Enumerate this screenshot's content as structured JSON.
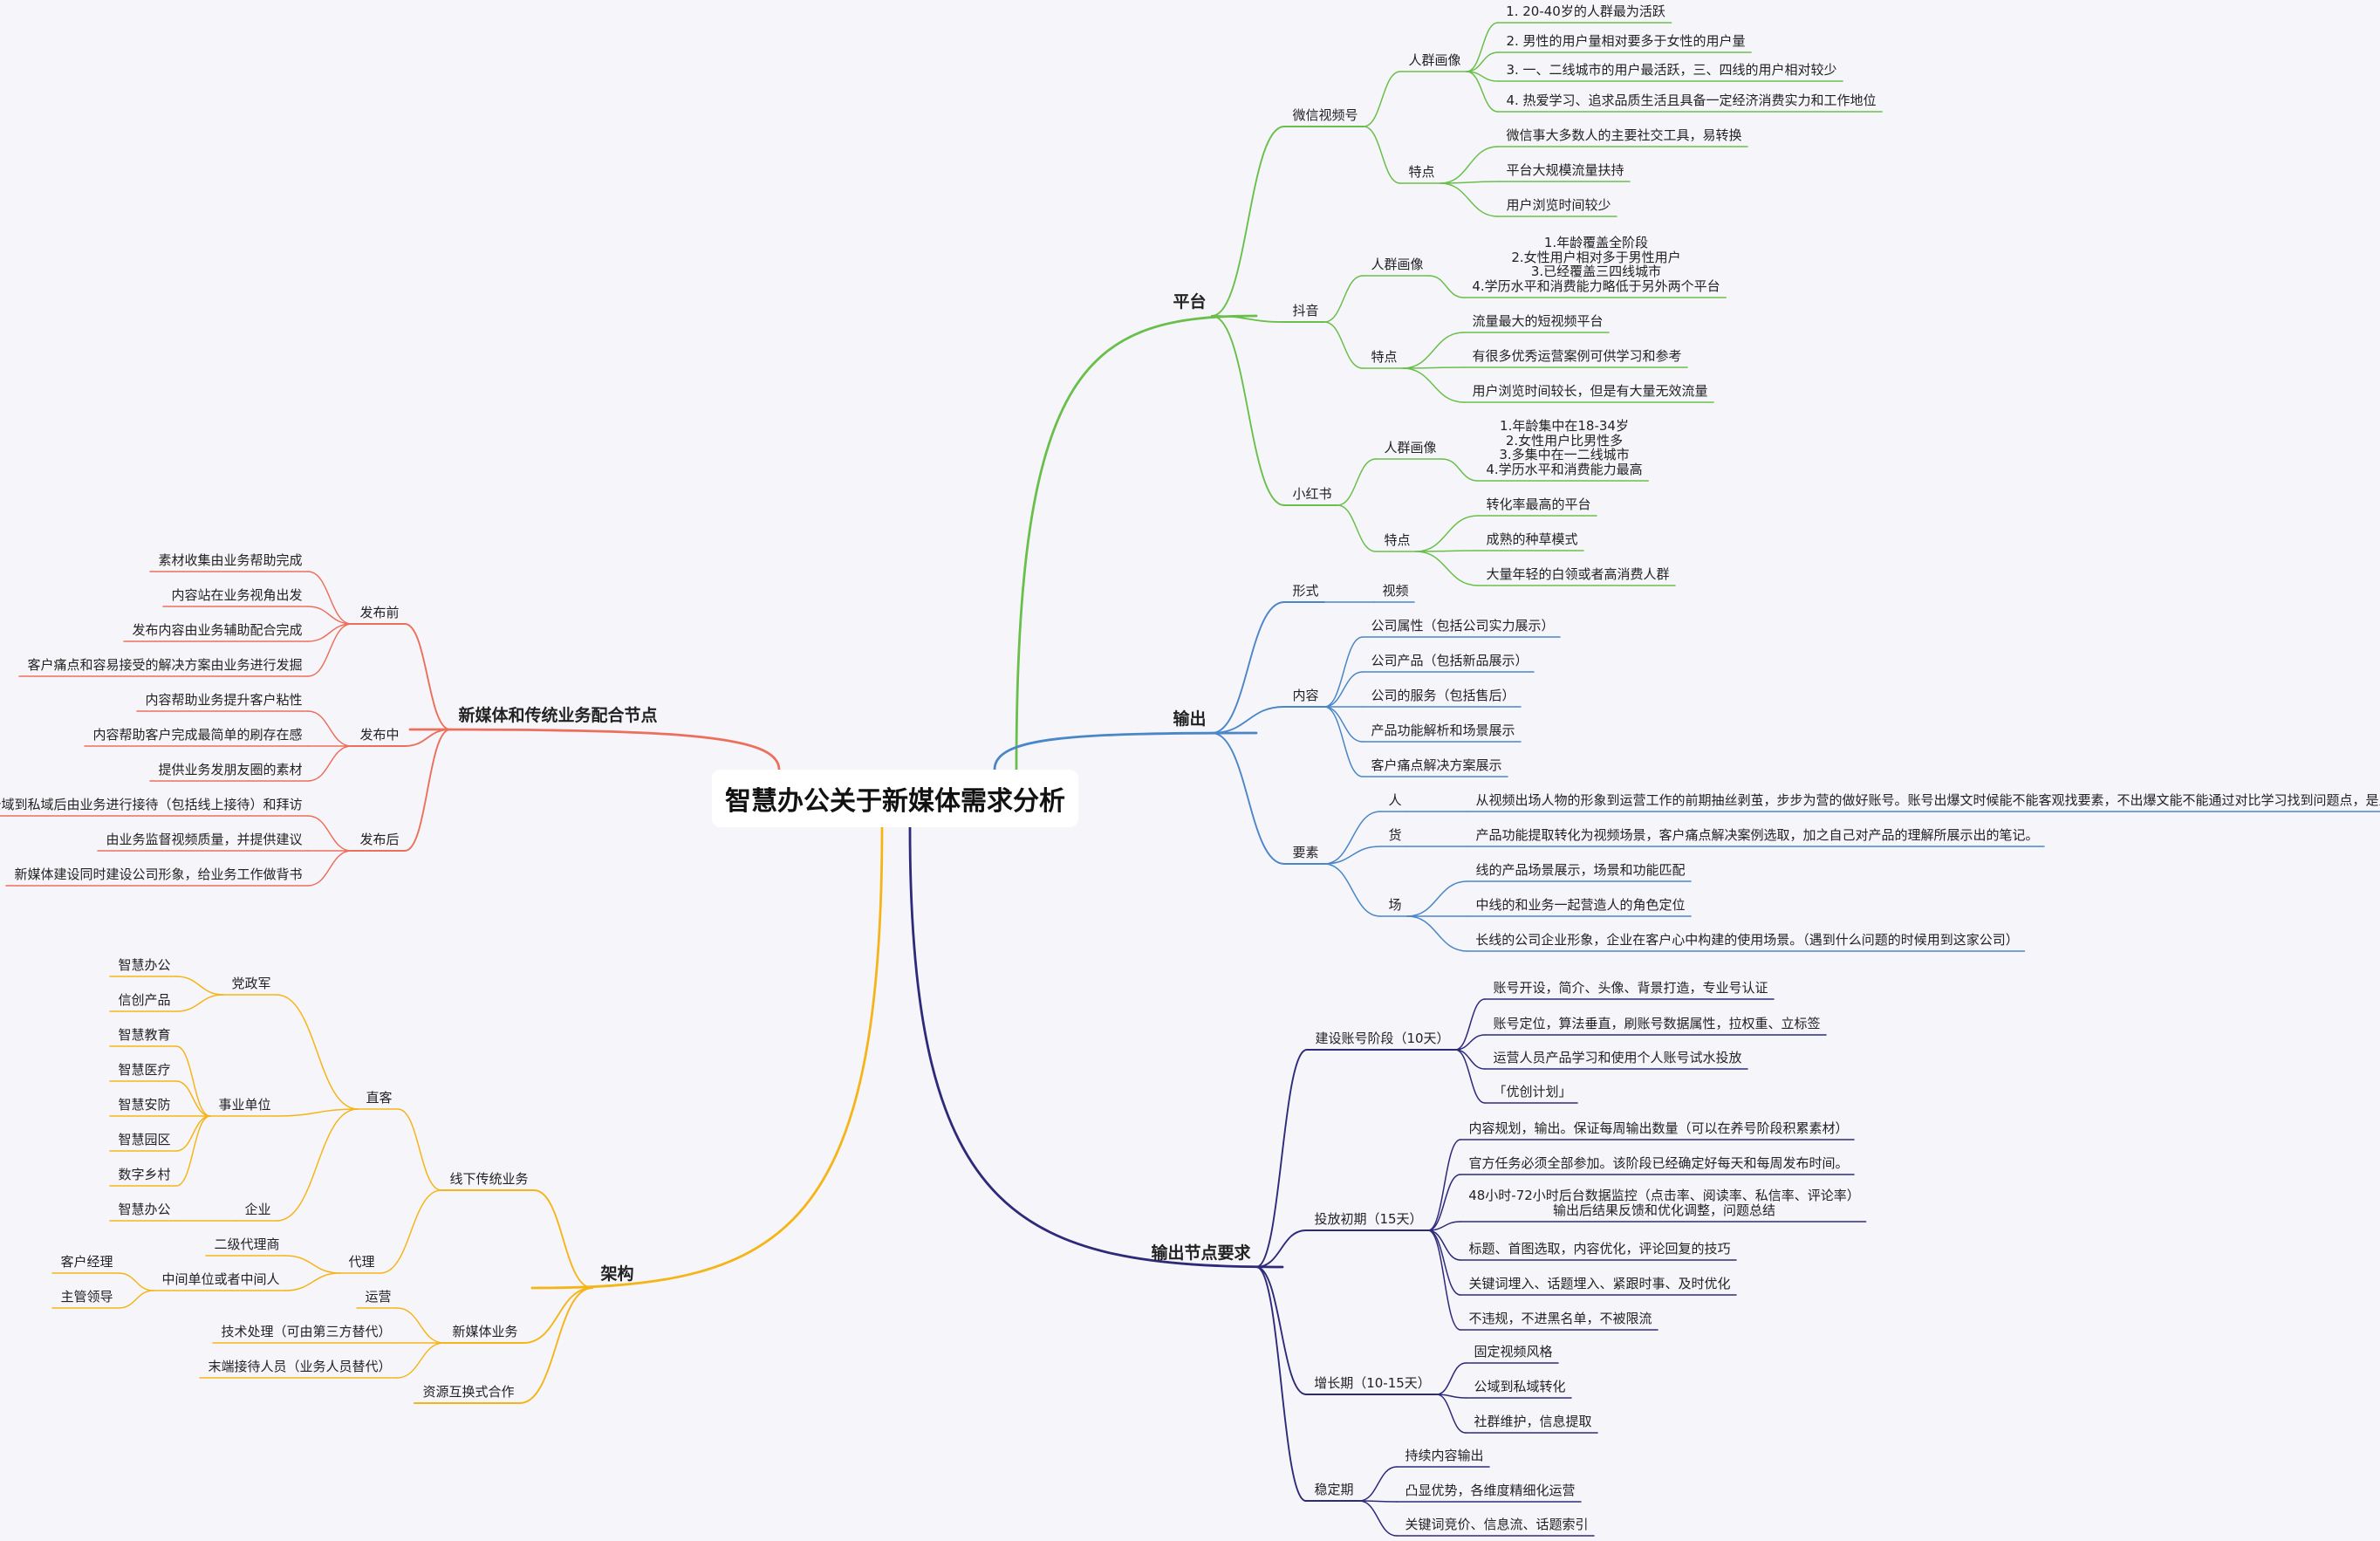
{
  "root": "智慧办公关于新媒体需求分析",
  "branch_colors": {
    "platform": "#6abf4b",
    "output": "#4a86c8",
    "output_req": "#2d2a7a",
    "structure": "#f5b519",
    "cooperation": "#ec6f5c"
  },
  "nodes": [
    {
      "id": "p",
      "text": "平台",
      "parent": "root",
      "branch": "platform",
      "level": 1
    },
    {
      "id": "p1",
      "text": "微信视频号",
      "parent": "p",
      "branch": "platform",
      "level": 2
    },
    {
      "id": "p1a",
      "text": "人群画像",
      "parent": "p1",
      "branch": "platform",
      "level": 3
    },
    {
      "id": "p1a1",
      "text": "1. 20-40岁的人群最为活跃",
      "parent": "p1a",
      "branch": "platform",
      "level": 4
    },
    {
      "id": "p1a2",
      "text": "2. 男性的用户量相对要多于女性的用户量",
      "parent": "p1a",
      "branch": "platform",
      "level": 4
    },
    {
      "id": "p1a3",
      "text": "3. 一、二线城市的用户最活跃，三、四线的用户相对较少",
      "parent": "p1a",
      "branch": "platform",
      "level": 4
    },
    {
      "id": "p1a4",
      "text": "4. 热爱学习、追求品质生活且具备一定经济消费实力和工作地位",
      "parent": "p1a",
      "branch": "platform",
      "level": 4
    },
    {
      "id": "p1b",
      "text": "特点",
      "parent": "p1",
      "branch": "platform",
      "level": 3
    },
    {
      "id": "p1b1",
      "text": "微信事大多数人的主要社交工具，易转换",
      "parent": "p1b",
      "branch": "platform",
      "level": 4
    },
    {
      "id": "p1b2",
      "text": "平台大规模流量扶持",
      "parent": "p1b",
      "branch": "platform",
      "level": 4
    },
    {
      "id": "p1b3",
      "text": "用户浏览时间较少",
      "parent": "p1b",
      "branch": "platform",
      "level": 4
    },
    {
      "id": "p2",
      "text": "抖音",
      "parent": "p",
      "branch": "platform",
      "level": 2
    },
    {
      "id": "p2a",
      "text": "人群画像",
      "parent": "p2",
      "branch": "platform",
      "level": 3
    },
    {
      "id": "p2a1",
      "text": "1.年龄覆盖全阶段\n2.女性用户相对多于男性用户\n3.已经覆盖三四线城市\n4.学历水平和消费能力略低于另外两个平台",
      "parent": "p2a",
      "branch": "platform",
      "level": 4
    },
    {
      "id": "p2b",
      "text": "特点",
      "parent": "p2",
      "branch": "platform",
      "level": 3
    },
    {
      "id": "p2b1",
      "text": "流量最大的短视频平台",
      "parent": "p2b",
      "branch": "platform",
      "level": 4
    },
    {
      "id": "p2b2",
      "text": "有很多优秀运营案例可供学习和参考",
      "parent": "p2b",
      "branch": "platform",
      "level": 4
    },
    {
      "id": "p2b3",
      "text": "用户浏览时间较长，但是有大量无效流量",
      "parent": "p2b",
      "branch": "platform",
      "level": 4
    },
    {
      "id": "p3",
      "text": "小红书",
      "parent": "p",
      "branch": "platform",
      "level": 2
    },
    {
      "id": "p3a",
      "text": "人群画像",
      "parent": "p3",
      "branch": "platform",
      "level": 3
    },
    {
      "id": "p3a1",
      "text": "1.年龄集中在18-34岁\n2.女性用户比男性多\n3.多集中在一二线城市\n4.学历水平和消费能力最高",
      "parent": "p3a",
      "branch": "platform",
      "level": 4
    },
    {
      "id": "p3b",
      "text": "特点",
      "parent": "p3",
      "branch": "platform",
      "level": 3
    },
    {
      "id": "p3b1",
      "text": "转化率最高的平台",
      "parent": "p3b",
      "branch": "platform",
      "level": 4
    },
    {
      "id": "p3b2",
      "text": "成熟的种草模式",
      "parent": "p3b",
      "branch": "platform",
      "level": 4
    },
    {
      "id": "p3b3",
      "text": "大量年轻的白领或者高消费人群",
      "parent": "p3b",
      "branch": "platform",
      "level": 4
    },
    {
      "id": "o",
      "text": "输出",
      "parent": "root",
      "branch": "output",
      "level": 1
    },
    {
      "id": "o1",
      "text": "形式",
      "parent": "o",
      "branch": "output",
      "level": 2
    },
    {
      "id": "o1a",
      "text": "视频",
      "parent": "o1",
      "branch": "output",
      "level": 3
    },
    {
      "id": "o2",
      "text": "内容",
      "parent": "o",
      "branch": "output",
      "level": 2
    },
    {
      "id": "o2a",
      "text": "公司属性（包括公司实力展示）",
      "parent": "o2",
      "branch": "output",
      "level": 3
    },
    {
      "id": "o2b",
      "text": "公司产品（包括新品展示）",
      "parent": "o2",
      "branch": "output",
      "level": 3
    },
    {
      "id": "o2c",
      "text": "公司的服务（包括售后）",
      "parent": "o2",
      "branch": "output",
      "level": 3
    },
    {
      "id": "o2d",
      "text": "产品功能解析和场景展示",
      "parent": "o2",
      "branch": "output",
      "level": 3
    },
    {
      "id": "o2e",
      "text": "客户痛点解决方案展示",
      "parent": "o2",
      "branch": "output",
      "level": 3
    },
    {
      "id": "o3",
      "text": "要素",
      "parent": "o",
      "branch": "output",
      "level": 2
    },
    {
      "id": "o3a",
      "text": "人",
      "parent": "o3",
      "branch": "output",
      "level": 3
    },
    {
      "id": "o3a1",
      "text": "从视频出场人物的形象到运营工作的前期抽丝剥茧，步步为营的做好账号。账号出爆文时候能不能客观找要素，不出爆文能不能通过对比学习找到问题点，是人的关键。",
      "parent": "o3a",
      "branch": "output",
      "level": 4
    },
    {
      "id": "o3b",
      "text": "货",
      "parent": "o3",
      "branch": "output",
      "level": 3
    },
    {
      "id": "o3b1",
      "text": "产品功能提取转化为视频场景，客户痛点解决案例选取，加之自己对产品的理解所展示出的笔记。",
      "parent": "o3b",
      "branch": "output",
      "level": 4
    },
    {
      "id": "o3c",
      "text": "场",
      "parent": "o3",
      "branch": "output",
      "level": 3
    },
    {
      "id": "o3c1",
      "text": "线的产品场景展示，场景和功能匹配",
      "parent": "o3c",
      "branch": "output",
      "level": 4
    },
    {
      "id": "o3c2",
      "text": "中线的和业务一起营造人的角色定位",
      "parent": "o3c",
      "branch": "output",
      "level": 4
    },
    {
      "id": "o3c3",
      "text": "长线的公司企业形象，企业在客户心中构建的使用场景。（遇到什么问题的时候用到这家公司）",
      "parent": "o3c",
      "branch": "output",
      "level": 4
    },
    {
      "id": "r",
      "text": "输出节点要求",
      "parent": "root",
      "branch": "output_req",
      "level": 1
    },
    {
      "id": "r1",
      "text": "建设账号阶段（10天）",
      "parent": "r",
      "branch": "output_req",
      "level": 2
    },
    {
      "id": "r1a",
      "text": "账号开设，简介、头像、背景打造，专业号认证",
      "parent": "r1",
      "branch": "output_req",
      "level": 3
    },
    {
      "id": "r1b",
      "text": "账号定位，算法垂直，刷账号数据属性，拉权重、立标签",
      "parent": "r1",
      "branch": "output_req",
      "level": 3
    },
    {
      "id": "r1c",
      "text": "运营人员产品学习和使用个人账号试水投放",
      "parent": "r1",
      "branch": "output_req",
      "level": 3
    },
    {
      "id": "r1d",
      "text": "「优创计划」",
      "parent": "r1",
      "branch": "output_req",
      "level": 3
    },
    {
      "id": "r2",
      "text": "投放初期（15天）",
      "parent": "r",
      "branch": "output_req",
      "level": 2
    },
    {
      "id": "r2a",
      "text": "内容规划，输出。保证每周输出数量（可以在养号阶段积累素材）",
      "parent": "r2",
      "branch": "output_req",
      "level": 3
    },
    {
      "id": "r2b",
      "text": "官方任务必须全部参加。该阶段已经确定好每天和每周发布时间。",
      "parent": "r2",
      "branch": "output_req",
      "level": 3
    },
    {
      "id": "r2c",
      "text": "48小时-72小时后台数据监控（点击率、阅读率、私信率、评论率）\n输出后结果反馈和优化调整，问题总结",
      "parent": "r2",
      "branch": "output_req",
      "level": 3
    },
    {
      "id": "r2d",
      "text": "标题、首图选取，内容优化，评论回复的技巧",
      "parent": "r2",
      "branch": "output_req",
      "level": 3
    },
    {
      "id": "r2e",
      "text": "关键词埋入、话题埋入、紧跟时事、及时优化",
      "parent": "r2",
      "branch": "output_req",
      "level": 3
    },
    {
      "id": "r2f",
      "text": "不违规，不进黑名单，不被限流",
      "parent": "r2",
      "branch": "output_req",
      "level": 3
    },
    {
      "id": "r3",
      "text": "增长期（10-15天）",
      "parent": "r",
      "branch": "output_req",
      "level": 2
    },
    {
      "id": "r3a",
      "text": "固定视频风格",
      "parent": "r3",
      "branch": "output_req",
      "level": 3
    },
    {
      "id": "r3b",
      "text": "公域到私域转化",
      "parent": "r3",
      "branch": "output_req",
      "level": 3
    },
    {
      "id": "r3c",
      "text": "社群维护，信息提取",
      "parent": "r3",
      "branch": "output_req",
      "level": 3
    },
    {
      "id": "r4",
      "text": "稳定期",
      "parent": "r",
      "branch": "output_req",
      "level": 2
    },
    {
      "id": "r4a",
      "text": "持续内容输出",
      "parent": "r4",
      "branch": "output_req",
      "level": 3
    },
    {
      "id": "r4b",
      "text": "凸显优势，各维度精细化运营",
      "parent": "r4",
      "branch": "output_req",
      "level": 3
    },
    {
      "id": "r4c",
      "text": "关键词竞价、信息流、话题索引",
      "parent": "r4",
      "branch": "output_req",
      "level": 3
    },
    {
      "id": "s",
      "text": "架构",
      "parent": "root",
      "branch": "structure",
      "level": 1
    },
    {
      "id": "s1",
      "text": "线下传统业务",
      "parent": "s",
      "branch": "structure",
      "level": 2
    },
    {
      "id": "s1a",
      "text": "直客",
      "parent": "s1",
      "branch": "structure",
      "level": 3
    },
    {
      "id": "s1a1",
      "text": "党政军",
      "parent": "s1a",
      "branch": "structure",
      "level": 4
    },
    {
      "id": "s1a1a",
      "text": "智慧办公",
      "parent": "s1a1",
      "branch": "structure",
      "level": 5
    },
    {
      "id": "s1a1b",
      "text": "信创产品",
      "parent": "s1a1",
      "branch": "structure",
      "level": 5
    },
    {
      "id": "s1a2",
      "text": "事业单位",
      "parent": "s1a",
      "branch": "structure",
      "level": 4
    },
    {
      "id": "s1a2a",
      "text": "智慧教育",
      "parent": "s1a2",
      "branch": "structure",
      "level": 5
    },
    {
      "id": "s1a2b",
      "text": "智慧医疗",
      "parent": "s1a2",
      "branch": "structure",
      "level": 5
    },
    {
      "id": "s1a2c",
      "text": "智慧安防",
      "parent": "s1a2",
      "branch": "structure",
      "level": 5
    },
    {
      "id": "s1a2d",
      "text": "智慧园区",
      "parent": "s1a2",
      "branch": "structure",
      "level": 5
    },
    {
      "id": "s1a2e",
      "text": "数字乡村",
      "parent": "s1a2",
      "branch": "structure",
      "level": 5
    },
    {
      "id": "s1a3",
      "text": "企业",
      "parent": "s1a",
      "branch": "structure",
      "level": 4
    },
    {
      "id": "s1a3a",
      "text": "智慧办公",
      "parent": "s1a3",
      "branch": "structure",
      "level": 5
    },
    {
      "id": "s1b",
      "text": "代理",
      "parent": "s1",
      "branch": "structure",
      "level": 3
    },
    {
      "id": "s1b1",
      "text": "二级代理商",
      "parent": "s1b",
      "branch": "structure",
      "level": 4
    },
    {
      "id": "s1b2",
      "text": "中间单位或者中间人",
      "parent": "s1b",
      "branch": "structure",
      "level": 4
    },
    {
      "id": "s1b2a",
      "text": "客户经理",
      "parent": "s1b2",
      "branch": "structure",
      "level": 5
    },
    {
      "id": "s1b2b",
      "text": "主管领导",
      "parent": "s1b2",
      "branch": "structure",
      "level": 5
    },
    {
      "id": "s2",
      "text": "新媒体业务",
      "parent": "s",
      "branch": "structure",
      "level": 2
    },
    {
      "id": "s2a",
      "text": "运营",
      "parent": "s2",
      "branch": "structure",
      "level": 3
    },
    {
      "id": "s2b",
      "text": "技术处理（可由第三方替代）",
      "parent": "s2",
      "branch": "structure",
      "level": 3
    },
    {
      "id": "s2c",
      "text": "末端接待人员（业务人员替代）",
      "parent": "s2",
      "branch": "structure",
      "level": 3
    },
    {
      "id": "s3",
      "text": "资源互换式合作",
      "parent": "s",
      "branch": "structure",
      "level": 2
    },
    {
      "id": "c",
      "text": "新媒体和传统业务配合节点",
      "parent": "root",
      "branch": "cooperation",
      "level": 1
    },
    {
      "id": "c1",
      "text": "发布前",
      "parent": "c",
      "branch": "cooperation",
      "level": 2
    },
    {
      "id": "c1a",
      "text": "素材收集由业务帮助完成",
      "parent": "c1",
      "branch": "cooperation",
      "level": 3
    },
    {
      "id": "c1b",
      "text": "内容站在业务视角出发",
      "parent": "c1",
      "branch": "cooperation",
      "level": 3
    },
    {
      "id": "c1c",
      "text": "发布内容由业务辅助配合完成",
      "parent": "c1",
      "branch": "cooperation",
      "level": 3
    },
    {
      "id": "c1d",
      "text": "客户痛点和容易接受的解决方案由业务进行发掘",
      "parent": "c1",
      "branch": "cooperation",
      "level": 3
    },
    {
      "id": "c2",
      "text": "发布中",
      "parent": "c",
      "branch": "cooperation",
      "level": 2
    },
    {
      "id": "c2a",
      "text": "内容帮助业务提升客户粘性",
      "parent": "c2",
      "branch": "cooperation",
      "level": 3
    },
    {
      "id": "c2b",
      "text": "内容帮助客户完成最简单的刷存在感",
      "parent": "c2",
      "branch": "cooperation",
      "level": 3
    },
    {
      "id": "c2c",
      "text": "提供业务发朋友圈的素材",
      "parent": "c2",
      "branch": "cooperation",
      "level": 3
    },
    {
      "id": "c3",
      "text": "发布后",
      "parent": "c",
      "branch": "cooperation",
      "level": 2
    },
    {
      "id": "c3a",
      "text": "公域到私域后由业务进行接待（包括线上接待）和拜访",
      "parent": "c3",
      "branch": "cooperation",
      "level": 3
    },
    {
      "id": "c3b",
      "text": "由业务监督视频质量，并提供建议",
      "parent": "c3",
      "branch": "cooperation",
      "level": 3
    },
    {
      "id": "c3c",
      "text": "新媒体建设同时建设公司形象，给业务工作做背书",
      "parent": "c3",
      "branch": "cooperation",
      "level": 3
    }
  ]
}
